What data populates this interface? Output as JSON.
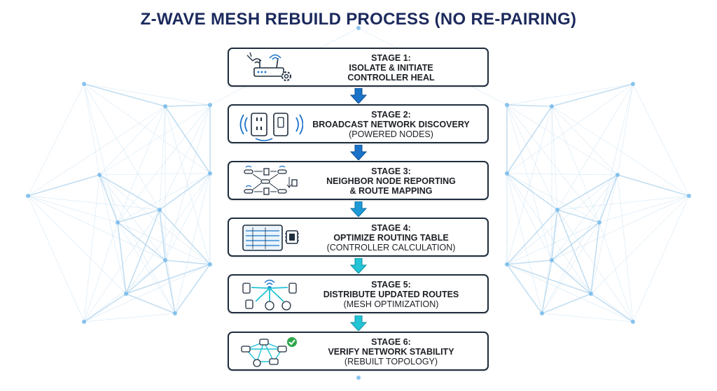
{
  "title": "Z-WAVE MESH REBUILD PROCESS (NO RE-PAIRING)",
  "colors": {
    "title": "#1c2a5c",
    "box_border": "#1f2d3d",
    "arrow_blue": "#1a73c9",
    "arrow_teal": "#22c4d6",
    "mesh_line": "#b9d9ef",
    "mesh_node": "#6fb6ea"
  },
  "stages": [
    {
      "head": "STAGE 1:",
      "lines": [
        "ISOLATE & INITIATE",
        "CONTROLLER HEAL"
      ],
      "sub_style": "bold",
      "icon": "router-gear-icon"
    },
    {
      "head": "STAGE 2:",
      "lines": [
        "BROADCAST NETWORK DISCOVERY",
        "(POWERED NODES)"
      ],
      "sub_style": "mixed",
      "icon": "outlet-switch-broadcast-icon"
    },
    {
      "head": "STAGE 3:",
      "lines": [
        "NEIGHBOR NODE REPORTING",
        "& ROUTE MAPPING"
      ],
      "sub_style": "bold",
      "icon": "node-report-icon"
    },
    {
      "head": "STAGE 4:",
      "lines": [
        "OPTIMIZE ROUTING TABLE",
        "(CONTROLLER CALCULATION)"
      ],
      "sub_style": "mixed",
      "icon": "routing-table-chip-icon"
    },
    {
      "head": "STAGE 5:",
      "lines": [
        "DISTRIBUTE UPDATED ROUTES",
        "(MESH OPTIMIZATION)"
      ],
      "sub_style": "mixed",
      "icon": "route-distribution-icon"
    },
    {
      "head": "STAGE 6:",
      "lines": [
        "VERIFY NETWORK STABILITY",
        "(REBUILT TOPOLOGY)"
      ],
      "sub_style": "mixed",
      "icon": "verified-topology-icon"
    }
  ]
}
